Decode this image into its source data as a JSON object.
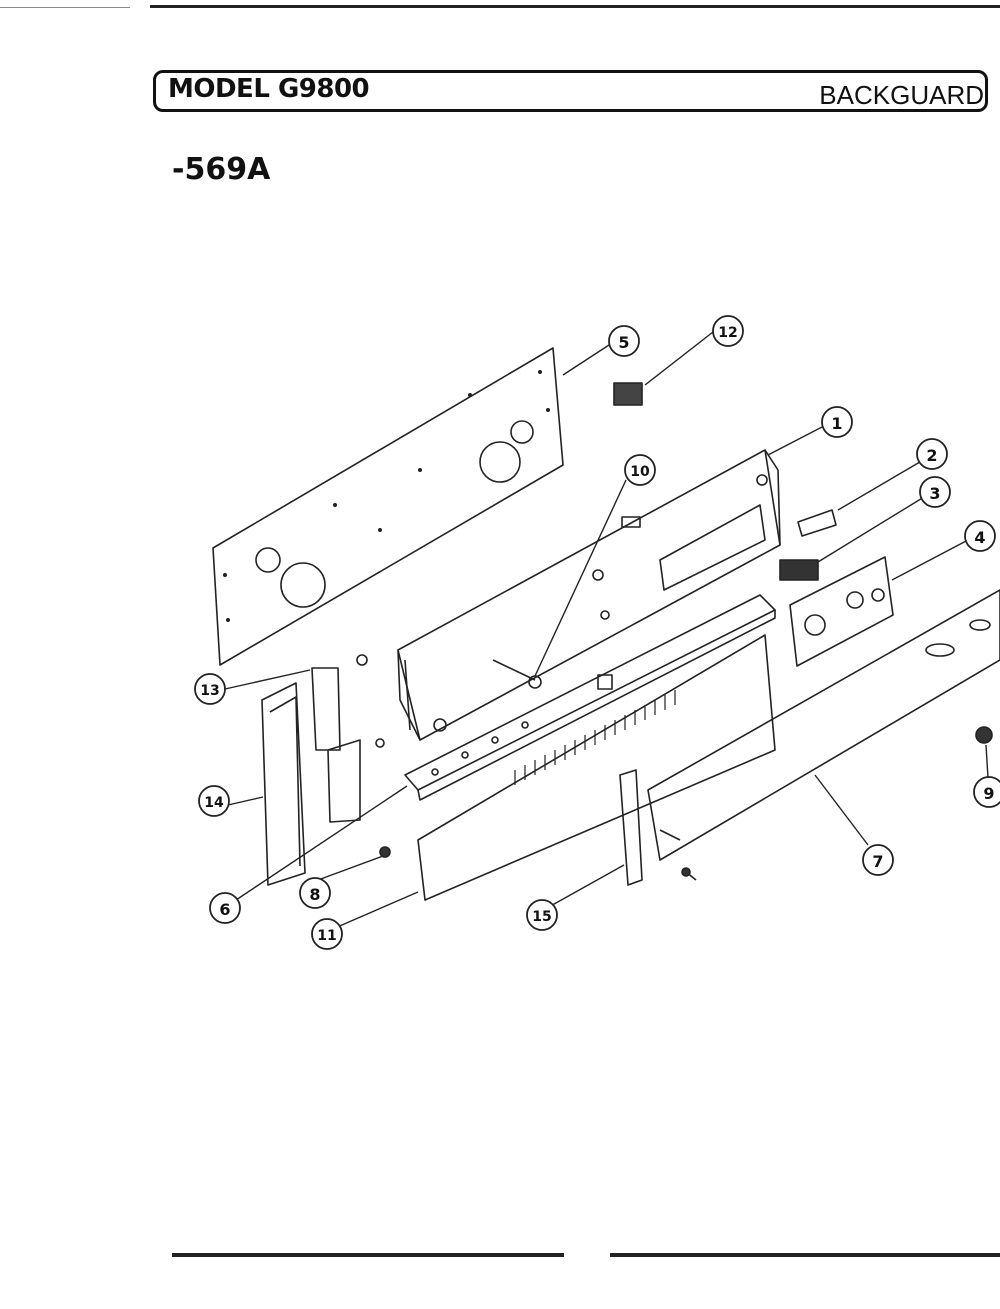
{
  "header": {
    "model": "MODEL G9800",
    "section": "BACKGUARD"
  },
  "variant_code": "-569A",
  "callouts": [
    "1",
    "2",
    "3",
    "4",
    "5",
    "6",
    "7",
    "8",
    "9",
    "10",
    "11",
    "12",
    "13",
    "14",
    "15"
  ]
}
